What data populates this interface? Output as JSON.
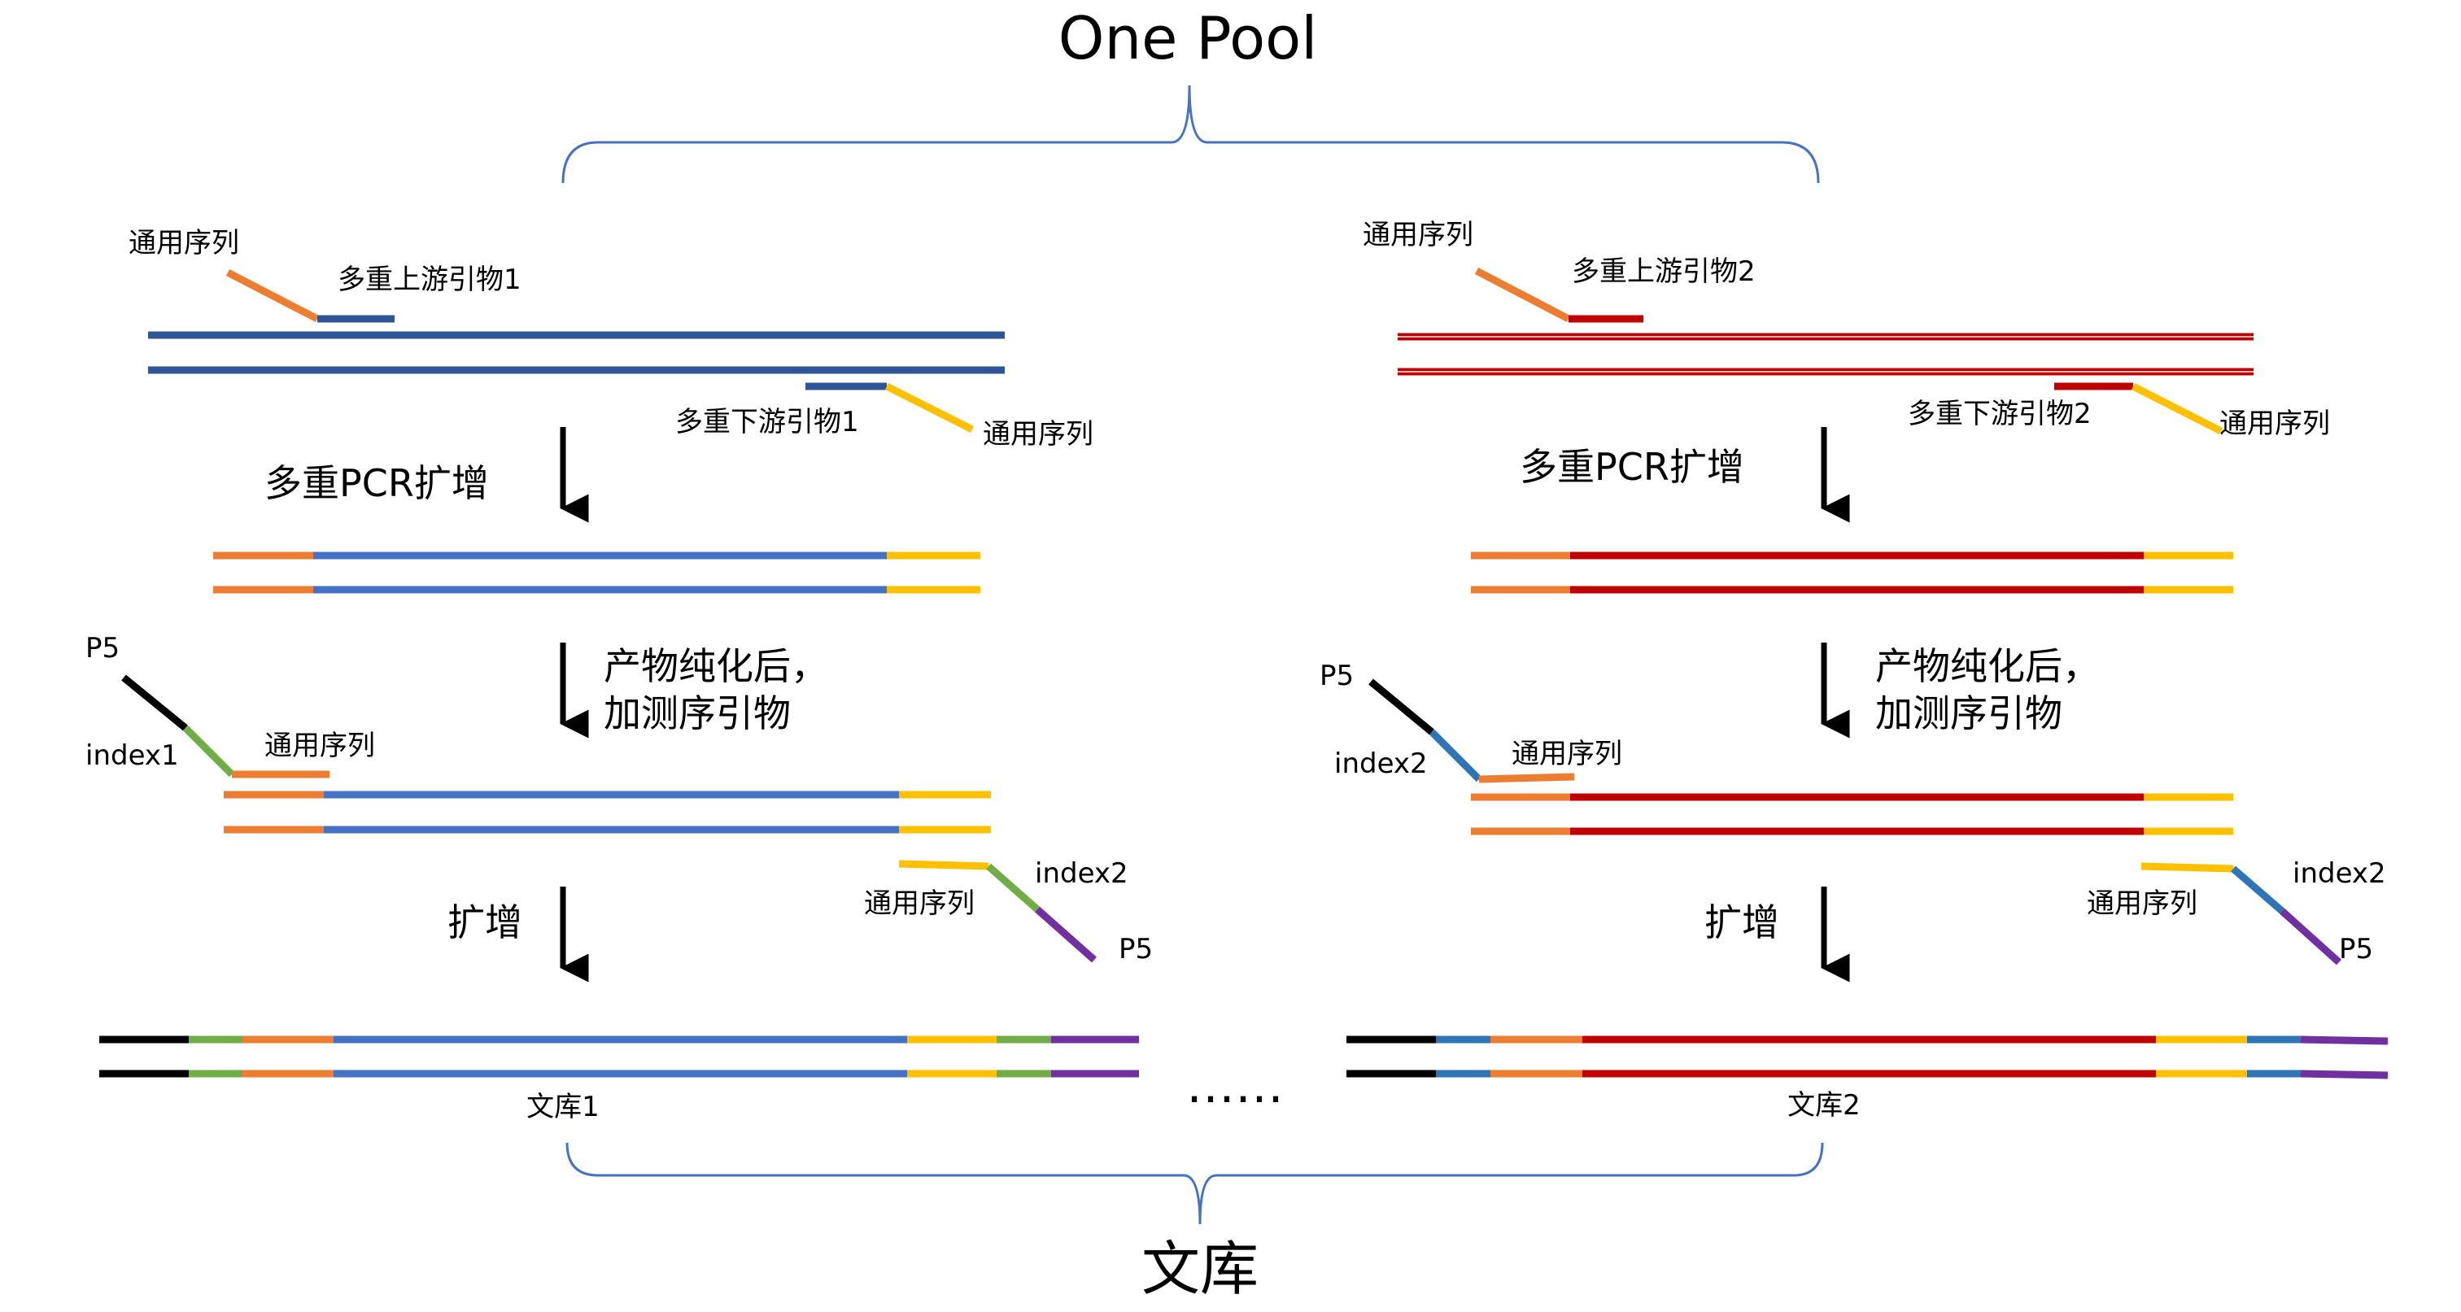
{
  "title": "One Pool",
  "bottom_title": "文库",
  "ellipsis": "……",
  "colors": {
    "universal_5p": "#ed7d31",
    "universal_3p": "#ffc000",
    "target1": "#4472c4",
    "target1_dark": "#2f5597",
    "target2": "#c00000",
    "index1": "#70ad47",
    "index2_left": "#2e75b6",
    "p5_adapter": "#000000",
    "p7_adapter": "#7030a0",
    "brace": "#4472c4"
  },
  "left": {
    "universal_label_top": "通用序列",
    "forward_primer": "多重上游引物1",
    "reverse_primer": "多重下游引物1",
    "universal_label_bottom": "通用序列",
    "step1": "多重PCR扩增",
    "step2_line1": "产物纯化后，",
    "step2_line2": "加测序引物",
    "p5_top": "P5",
    "index_top": "index1",
    "universal_label_mid": "通用序列",
    "index_bottom": "index2",
    "universal_label_mid2": "通用序列",
    "p5_bottom": "P5",
    "step3": "扩增",
    "library": "文库1"
  },
  "right": {
    "universal_label_top": "通用序列",
    "forward_primer": "多重上游引物2",
    "reverse_primer": "多重下游引物2",
    "universal_label_bottom": "通用序列",
    "step1": "多重PCR扩增",
    "step2_line1": "产物纯化后，",
    "step2_line2": "加测序引物",
    "p5_top": "P5",
    "index_top": "index2",
    "universal_label_mid": "通用序列",
    "index_bottom": "index2",
    "universal_label_mid2": "通用序列",
    "p5_bottom": "P5",
    "step3": "扩增",
    "library": "文库2"
  }
}
